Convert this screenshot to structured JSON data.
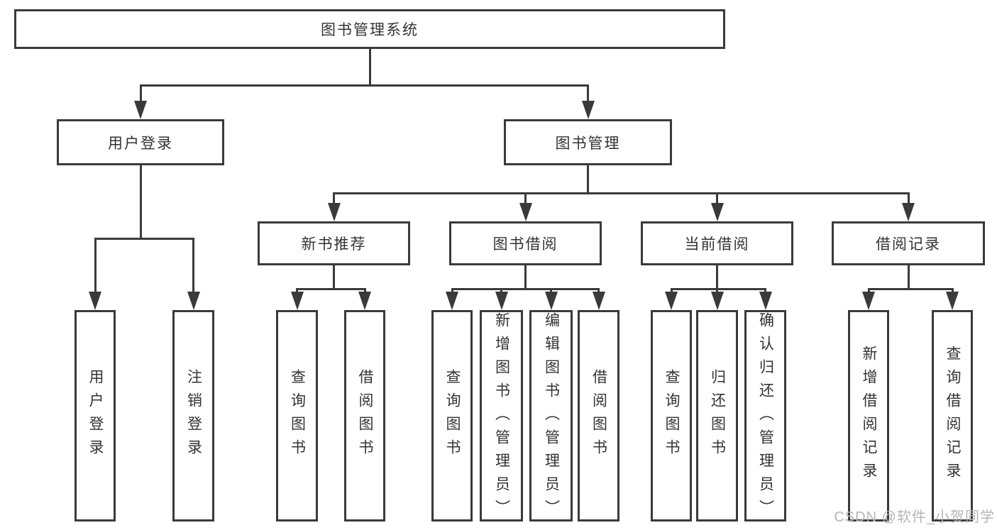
{
  "diagram": {
    "colors": {
      "background": "#ffffff",
      "line": "#3a3a3a",
      "text": "#333333",
      "watermark": "#b5b5b5"
    },
    "watermark": {
      "text": "CSDN @软件_小贺同学"
    },
    "nodes": [
      {
        "id": "book-management-system",
        "label": "图书管理系统"
      },
      {
        "id": "user-login",
        "label": "用户登录"
      },
      {
        "id": "book-management",
        "label": "图书管理"
      },
      {
        "id": "new-book-recommendation",
        "label": "新书推荐"
      },
      {
        "id": "book-borrowing",
        "label": "图书借阅"
      },
      {
        "id": "current-borrowing",
        "label": "当前借阅"
      },
      {
        "id": "borrowing-records",
        "label": "借阅记录"
      },
      {
        "id": "user-login-leaf",
        "label": "用户登录"
      },
      {
        "id": "logout-leaf",
        "label": "注销登录"
      },
      {
        "id": "nbr-query-books",
        "label": "查询图书"
      },
      {
        "id": "nbr-borrow-books",
        "label": "借阅图书"
      },
      {
        "id": "bb-query-books",
        "label": "查询图书"
      },
      {
        "id": "bb-add-book-admin",
        "label": "新增图书（管理员）"
      },
      {
        "id": "bb-edit-book-admin",
        "label": "编辑图书（管理员）"
      },
      {
        "id": "bb-borrow-books",
        "label": "借阅图书"
      },
      {
        "id": "cb-query-books",
        "label": "查询图书"
      },
      {
        "id": "cb-return-books",
        "label": "归还图书"
      },
      {
        "id": "cb-confirm-return-admin",
        "label": "确认归还（管理员）"
      },
      {
        "id": "br-add-record",
        "label": "新增借阅记录"
      },
      {
        "id": "br-query-record",
        "label": "查询借阅记录"
      }
    ],
    "edges": [
      {
        "from": "book-management-system",
        "to": [
          "user-login",
          "book-management"
        ]
      },
      {
        "from": "user-login",
        "to": [
          "user-login-leaf",
          "logout-leaf"
        ]
      },
      {
        "from": "book-management",
        "to": [
          "new-book-recommendation",
          "book-borrowing",
          "current-borrowing",
          "borrowing-records"
        ]
      },
      {
        "from": "new-book-recommendation",
        "to": [
          "nbr-query-books",
          "nbr-borrow-books"
        ]
      },
      {
        "from": "book-borrowing",
        "to": [
          "bb-query-books",
          "bb-add-book-admin",
          "bb-edit-book-admin",
          "bb-borrow-books"
        ]
      },
      {
        "from": "current-borrowing",
        "to": [
          "cb-query-books",
          "cb-return-books",
          "cb-confirm-return-admin"
        ]
      },
      {
        "from": "borrowing-records",
        "to": [
          "br-add-record",
          "br-query-record"
        ]
      }
    ]
  }
}
